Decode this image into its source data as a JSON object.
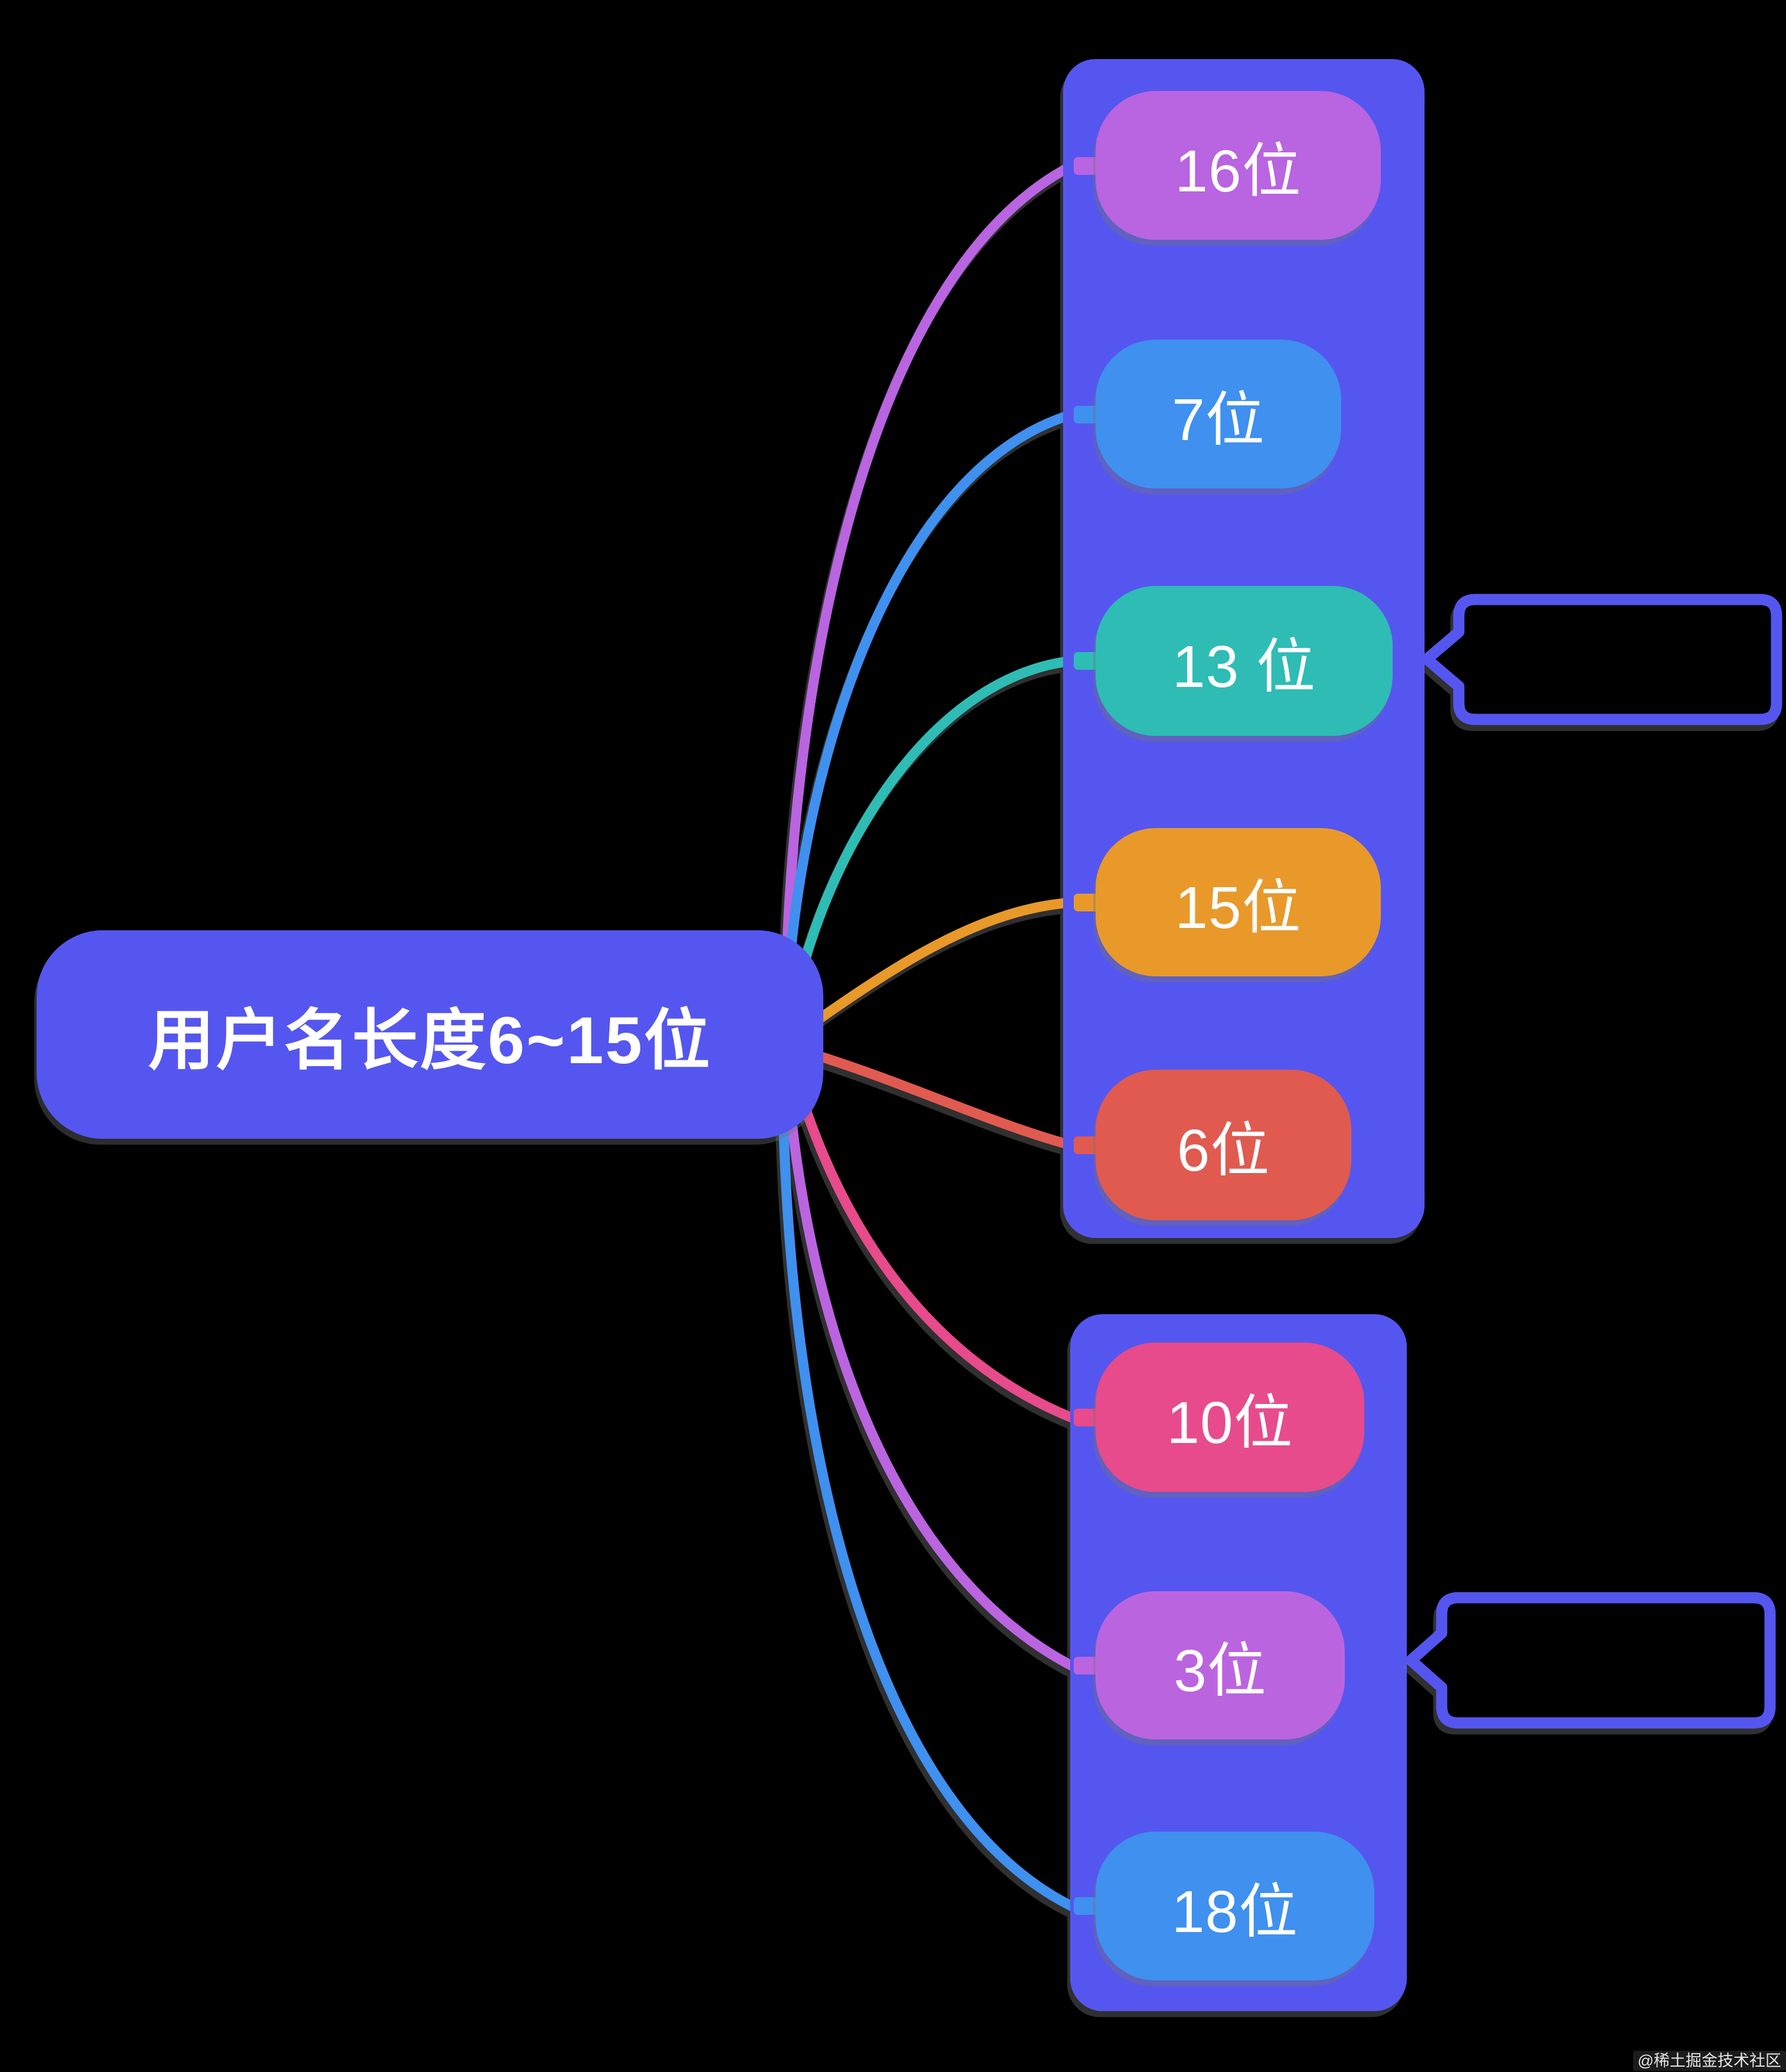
{
  "root": {
    "label": "用户名长度6~15位"
  },
  "nodes": [
    {
      "label": "16位",
      "color": "#b964e0",
      "group": "top"
    },
    {
      "label": "7位",
      "color": "#3f90ef",
      "group": "top"
    },
    {
      "label": "13 位",
      "color": "#2ebcb5",
      "group": "top"
    },
    {
      "label": "15位",
      "color": "#e8992a",
      "group": "top"
    },
    {
      "label": "6位",
      "color": "#e05a50",
      "group": "top"
    },
    {
      "label": "10位",
      "color": "#e74b8b",
      "group": "bottom"
    },
    {
      "label": "3位",
      "color": "#bb64e0",
      "group": "bottom"
    },
    {
      "label": "18位",
      "color": "#3f90ef",
      "group": "bottom"
    }
  ],
  "callouts": [
    {
      "attached_to": "13 位",
      "text": ""
    },
    {
      "attached_to": "3位",
      "text": ""
    }
  ],
  "watermark": "@稀土掘金技术社区",
  "colors": {
    "background": "#000000",
    "primary_blue": "#5556ef",
    "text": "#ffffff"
  }
}
